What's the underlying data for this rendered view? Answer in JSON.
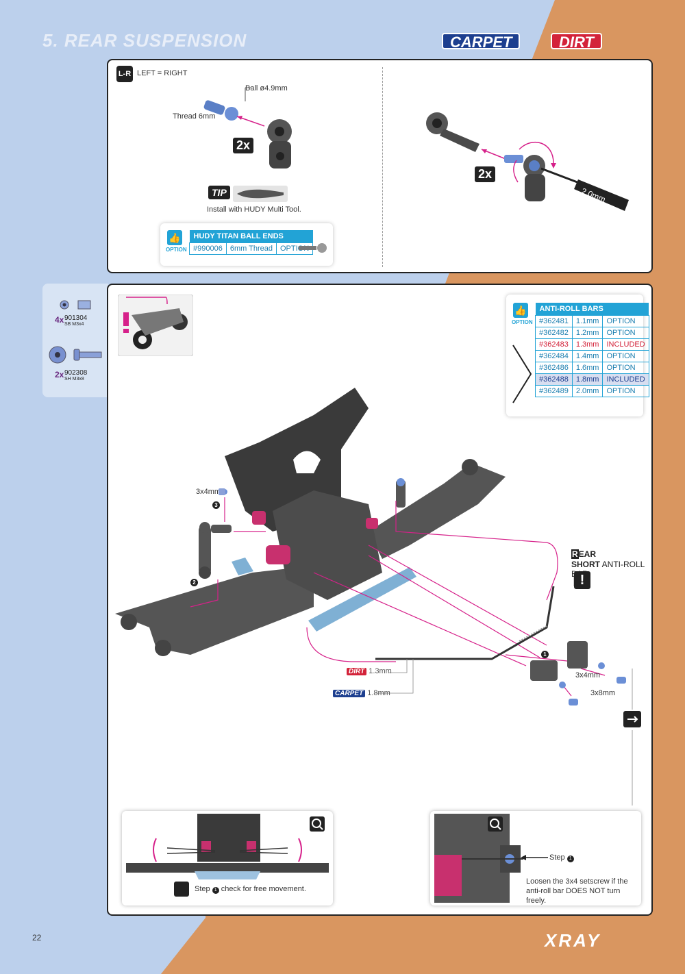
{
  "header": {
    "title": "5. REAR SUSPENSION",
    "badge_carpet": "CARPET",
    "badge_dirt": "DIRT"
  },
  "step_top_left": {
    "lr_label": "LEFT = RIGHT",
    "ball_label": "Ball ø4.9mm",
    "thread_label": "Thread 6mm",
    "count": "2x",
    "tip_label": "TIP",
    "tip_text": "Install with HUDY Multi Tool."
  },
  "option_ball_ends": {
    "option_label": "OPTION",
    "header": "HUDY TITAN BALL ENDS",
    "part_no": "#990006",
    "desc": "6mm Thread",
    "status": "OPTION"
  },
  "step_top_right": {
    "count": "2x",
    "tool_label": "2.0mm"
  },
  "sidebar": {
    "items": [
      {
        "qty": "4x",
        "part": "901304",
        "desc": "SB M3x4"
      },
      {
        "qty": "2x",
        "part": "902308",
        "desc": "SH M3x8"
      }
    ]
  },
  "anti_roll": {
    "option_label": "OPTION",
    "header": "ANTI-ROLL BARS",
    "rows": [
      {
        "part": "#362481",
        "size": "1.1mm",
        "status": "OPTION"
      },
      {
        "part": "#362482",
        "size": "1.2mm",
        "status": "OPTION"
      },
      {
        "part": "#362483",
        "size": "1.3mm",
        "status": "INCLUDED"
      },
      {
        "part": "#362484",
        "size": "1.4mm",
        "status": "OPTION"
      },
      {
        "part": "#362486",
        "size": "1.6mm",
        "status": "OPTION"
      },
      {
        "part": "#362488",
        "size": "1.8mm",
        "status": "INCLUDED"
      },
      {
        "part": "#362489",
        "size": "2.0mm",
        "status": "OPTION"
      }
    ]
  },
  "main_labels": {
    "setscrew": "3x4mm",
    "step3": "3",
    "step2": "2",
    "rear_r": "R",
    "rear_rest": "EAR",
    "short_bar": "SHORT",
    "short_bar_rest": "ANTI-ROLL BAR",
    "dirt_badge": "DIRT",
    "dirt_size": "1.3mm",
    "carpet_badge": "CARPET",
    "carpet_size": "1.8mm",
    "step1": "1",
    "screw_3x4": "3x4mm",
    "screw_3x8": "3x8mm"
  },
  "bottom_left": {
    "step_text": "Step",
    "step_num": "1",
    "note": "check for free movement."
  },
  "bottom_right": {
    "step_text": "Step",
    "step_num": "1",
    "note": "Loosen the 3x4 setscrew if the anti-roll bar DOES NOT turn freely."
  },
  "footer": {
    "page": "22",
    "brand": "XRAY"
  },
  "colors": {
    "accent_blue": "#22a3d6",
    "dirt_red": "#d3233a",
    "carpet_blue": "#1d3f8f",
    "orange_bg": "#d99660",
    "light_blue_bg": "#bcd0ec",
    "arrow_magenta": "#d6218a"
  }
}
